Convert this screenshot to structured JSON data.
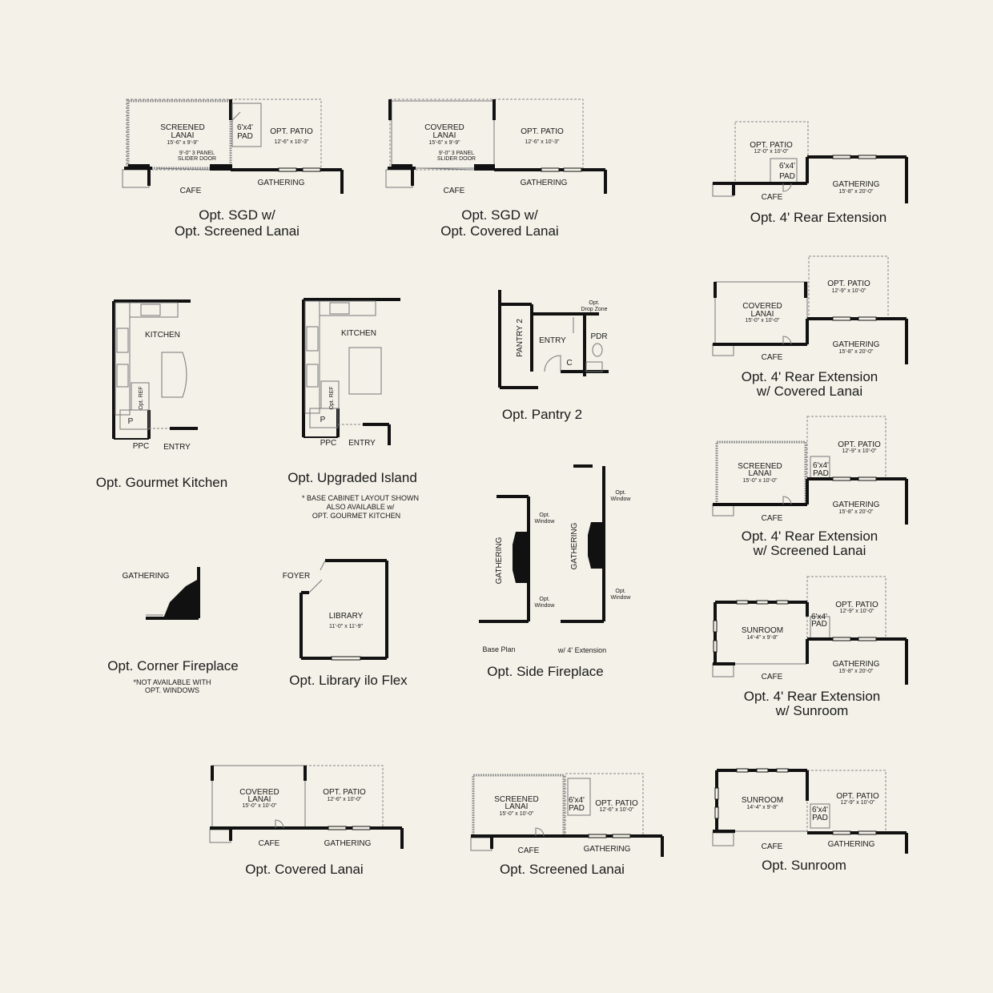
{
  "captions": {
    "sgd_screened_1": "Opt. SGD w/",
    "sgd_screened_2": "Opt. Screened Lanai",
    "sgd_covered_1": "Opt. SGD w/",
    "sgd_covered_2": "Opt. Covered Lanai",
    "rear_ext": "Opt. 4' Rear Extension",
    "rear_ext_covered_1": "Opt. 4' Rear Extension",
    "rear_ext_covered_2": "w/ Covered Lanai",
    "rear_ext_screened_1": "Opt. 4' Rear Extension",
    "rear_ext_screened_2": "w/ Screened Lanai",
    "rear_ext_sunroom_1": "Opt. 4' Rear Extension",
    "rear_ext_sunroom_2": "w/ Sunroom",
    "gourmet_kitchen": "Opt. Gourmet Kitchen",
    "upgraded_island": "Opt. Upgraded Island",
    "pantry2": "Opt. Pantry 2",
    "corner_fireplace": "Opt. Corner Fireplace",
    "library": "Opt. Library ilo Flex",
    "side_fireplace": "Opt. Side Fireplace",
    "covered_lanai": "Opt. Covered Lanai",
    "screened_lanai": "Opt. Screened Lanai",
    "sunroom": "Opt. Sunroom"
  },
  "notes": {
    "island_1": "* BASE CABINET LAYOUT SHOWN",
    "island_2": "ALSO AVAILABLE w/",
    "island_3": "OPT. GOURMET KITCHEN",
    "fireplace_1": "*NOT AVAILABLE WITH",
    "fireplace_2": "OPT. WINDOWS",
    "base_plan": "Base Plan",
    "w_extension": "w/ 4' Extension"
  },
  "labels": {
    "screened_lanai_l1": "SCREENED",
    "screened_lanai_l2": "LANAI",
    "covered_lanai_l1": "COVERED",
    "covered_lanai_l2": "LANAI",
    "dim_15_6_9_9": "15'-6\" x 9'-9\"",
    "slider_1": "9'-0\" 3 PANEL",
    "slider_2": "SLIDER DOOR",
    "pad_l1": "6'x4'",
    "pad_l2": "PAD",
    "opt_patio": "OPT. PATIO",
    "dim_12_6_10_3": "12'-6\" x 10'-3\"",
    "dim_12_0_10_0": "12'-0\" x 10'-0\"",
    "dim_12_9_10_0": "12'-9\" x 10'-0\"",
    "dim_12_6_10_0": "12'-6\" x 10'-0\"",
    "dim_15_0_10_0": "15'-0\" x 10'-0\"",
    "dim_15_8_20_0": "15'-8\" x 20'-0\"",
    "dim_14_4_9_8": "14'-4\" x 9'-8\"",
    "dim_11_0_11_9": "11'-0\" x 11'-9\"",
    "cafe": "CAFE",
    "gathering": "GATHERING",
    "kitchen": "KITCHEN",
    "opt_ref": "Opt. REF",
    "p": "P",
    "ppc": "PPC",
    "entry": "ENTRY",
    "pantry2": "PANTRY 2",
    "pdr": "PDR",
    "c": "C",
    "drop_zone_1": "Opt.",
    "drop_zone_2": "Drop Zone",
    "foyer": "FOYER",
    "library": "LIBRARY",
    "sunroom": "SUNROOM",
    "opt_window_1": "Opt.",
    "opt_window_2": "Window"
  }
}
